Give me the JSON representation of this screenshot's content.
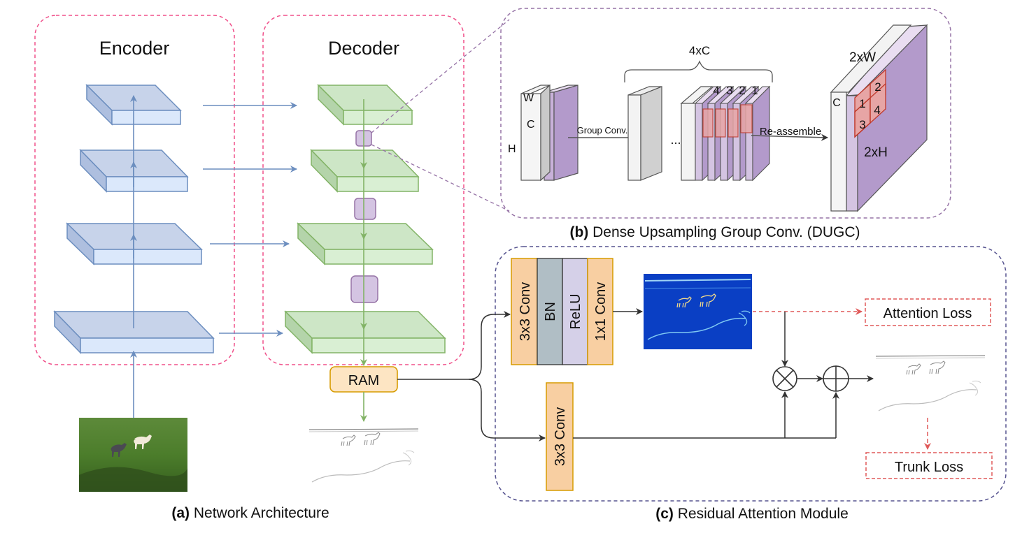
{
  "colors": {
    "encoder_fill": "#c7d3ea",
    "encoder_face": "#dbe8fb",
    "encoder_stroke": "#6c8ebf",
    "decoder_fill": "#cde6c6",
    "decoder_face": "#d9efd3",
    "decoder_stroke": "#82b366",
    "dugc_fill": "#d4c4e2",
    "dugc_stroke": "#9673a6",
    "ram_fill": "#fde5c3",
    "ram_stroke": "#d79b00",
    "conv_fill": "#f8cfa2",
    "bn_fill": "#b0bec5",
    "relu_fill": "#d5d0e8",
    "arrow_blue": "#6c8ebf",
    "arrow_green": "#82b366",
    "arrow_gray": "#333333",
    "loss_red": "#e05a5a",
    "pink_dash": "#f0508a",
    "purple_dash": "#9673a6",
    "navy_dash": "#56538f"
  },
  "panel_a": {
    "encoder_title": "Encoder",
    "decoder_title": "Decoder",
    "ram_label": "RAM",
    "caption_bold": "(a)",
    "caption_text": " Network Architecture"
  },
  "panel_b": {
    "brace_label": "4xC",
    "w_label": "W",
    "c_label": "C",
    "h_label": "H",
    "group_conv_label": "Group Conv.",
    "dots": "...",
    "stack_numbers": [
      "4",
      "3",
      "2",
      "1"
    ],
    "reassemble_label": "Re-assemble",
    "out_w_label": "2xW",
    "out_c_label": "C",
    "out_h_label": "2xH",
    "grid_numbers": [
      "1",
      "2",
      "3",
      "4"
    ],
    "caption_bold": "(b)",
    "caption_text": " Dense Upsampling Group Conv. (DUGC)"
  },
  "panel_c": {
    "conv3_label": "3x3 Conv",
    "bn_label": "BN",
    "relu_label": "ReLU",
    "conv1_label": "1x1 Conv",
    "skip_conv_label": "3x3 Conv",
    "attention_loss": "Attention Loss",
    "trunk_loss": "Trunk Loss",
    "caption_bold": "(c)",
    "caption_text": " Residual Attention Module"
  }
}
